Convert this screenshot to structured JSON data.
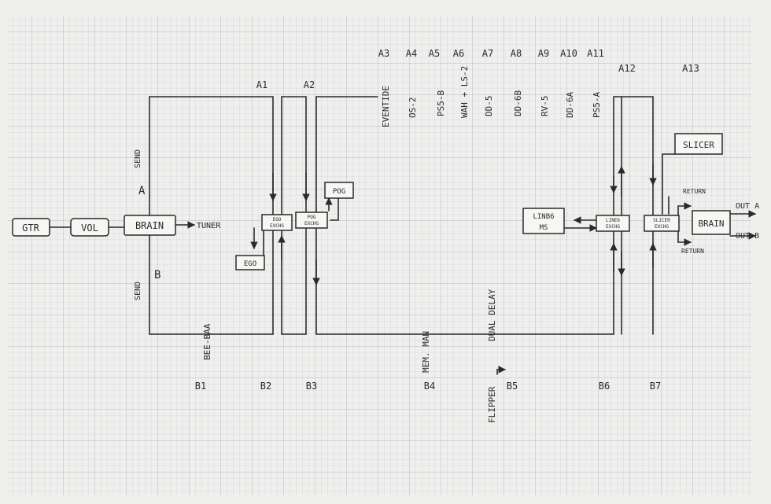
{
  "diagram": {
    "top_labels": {
      "a1": "A1",
      "a2": "A2",
      "a3": "A3",
      "a4": "A4",
      "a5": "A5",
      "a6": "A6",
      "a7": "A7",
      "a8": "A8",
      "a9": "A9",
      "a10": "A10",
      "a11": "A11",
      "a12": "A12",
      "a13": "A13"
    },
    "bottom_labels": {
      "b1": "B1",
      "b2": "B2",
      "b3": "B3",
      "b4": "B4",
      "b5": "B5",
      "b6": "B6",
      "b7": "B7"
    },
    "top_pedals": {
      "eventide": "EVENTIDE",
      "os2": "OS-2",
      "ps5b": "PS5-B",
      "wah": "WAH + LS-2",
      "dd5": "DD-5",
      "dd6b": "DD-6B",
      "rv5": "RV-5",
      "dd6a": "DD-6A",
      "ps5a": "PS5-A"
    },
    "bottom_pedals": {
      "beebaa": "BEE-BAA",
      "memman": "MEM. MAN",
      "dual_delay": "DUAL DELAY",
      "flipper": "FLIPPER"
    },
    "send_a": "SEND",
    "send_b": "SEND",
    "path_a": "A",
    "path_b": "B",
    "boxes": {
      "gtr": "GTR",
      "vol": "VOL",
      "brain_in": "BRAIN",
      "tuner": "TUNER",
      "ego": "EGO",
      "pog": "POG",
      "linb6": "LINB6",
      "ms": "MS",
      "slicer": "SLICER",
      "brain_out": "BRAIN"
    },
    "exchanges": {
      "ex1_a": "EGO",
      "ex1_b": "EXCHG",
      "ex2_a": "POG",
      "ex2_b": "EXCHG",
      "ex3_a": "LINE6",
      "ex3_b": "EXCHG",
      "ex4_a": "SLICER",
      "ex4_b": "EXCHG"
    },
    "return_top": "RETURN",
    "return_bottom": "RETURN",
    "out_a": "OUT A",
    "out_b": "OUT B"
  }
}
